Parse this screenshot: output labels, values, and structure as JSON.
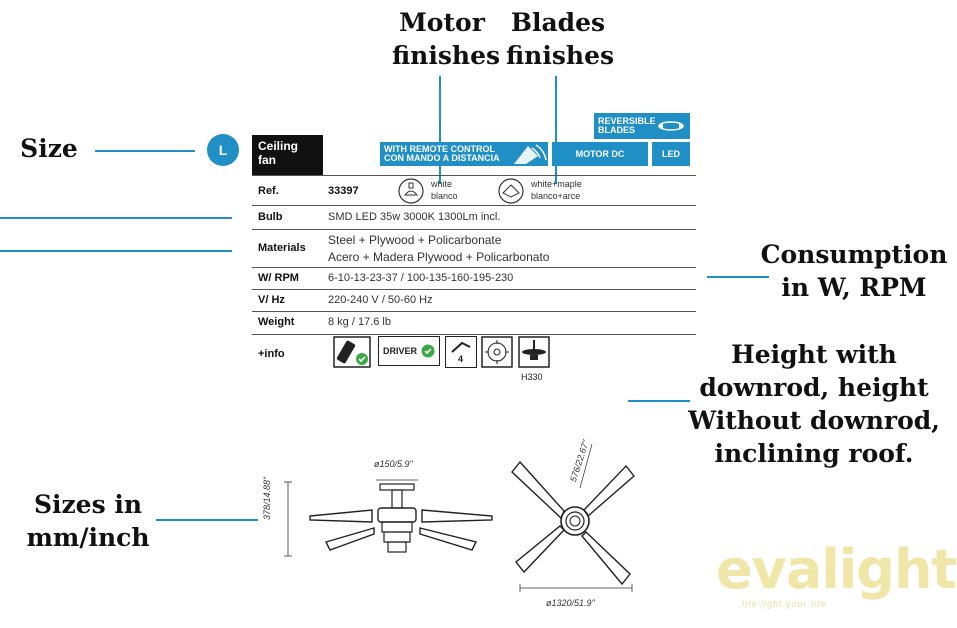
{
  "callouts": {
    "motor": "Motor finishes",
    "blades": "Blades finishes",
    "size": "Size",
    "consumption": "Consumption in W, RPM",
    "height": "Height with downrod, height Without downrod, inclining roof.",
    "sizes_mm": "Sizes in mm/inch"
  },
  "spec": {
    "size_letter": "L",
    "category": "Ceiling fan",
    "remote_badge": "WITH REMOTE CONTROL\nCON MANDO A DISTANCIA",
    "reversible_badge": "REVERSIBLE BLADES",
    "motor_badge": "MOTOR DC",
    "led_badge": "LED",
    "ref_label": "Ref.",
    "ref_value": "33397",
    "motor_finish_1": "white",
    "motor_finish_2": "blanco",
    "blade_finish_1": "white+maple",
    "blade_finish_2": "blanco+arce",
    "bulb_label": "Bulb",
    "bulb_value": "SMD LED 35w 3000K 1300Lm incl.",
    "materials_label": "Materials",
    "materials_value_1": "Steel + Plywood + Policarbonate",
    "materials_value_2": "Acero + Madera Plywood + Policarbonato",
    "wrpm_label": "W/ RPM",
    "wrpm_value": "6-10-13-23-37 / 100-135-160-195-230",
    "vhz_label": "V/ Hz",
    "vhz_value": "220-240 V / 50-60 Hz",
    "weight_label": "Weight",
    "weight_value": "8 kg / 17.6 lb",
    "info_label": "+info",
    "driver_label": "DRIVER",
    "speeds_label": "4",
    "height_label": "H330"
  },
  "dimensions": {
    "canopy": "ø150/5.9\"",
    "height": "378/14.88\"",
    "blade": "576/22.67\"",
    "diameter": "ø1320/51.9\""
  },
  "watermark": {
    "brand": "evalight",
    "tagline": "life light your life"
  },
  "colors": {
    "accent": "#1f8fc6",
    "watermark": "#f0e6a8"
  }
}
